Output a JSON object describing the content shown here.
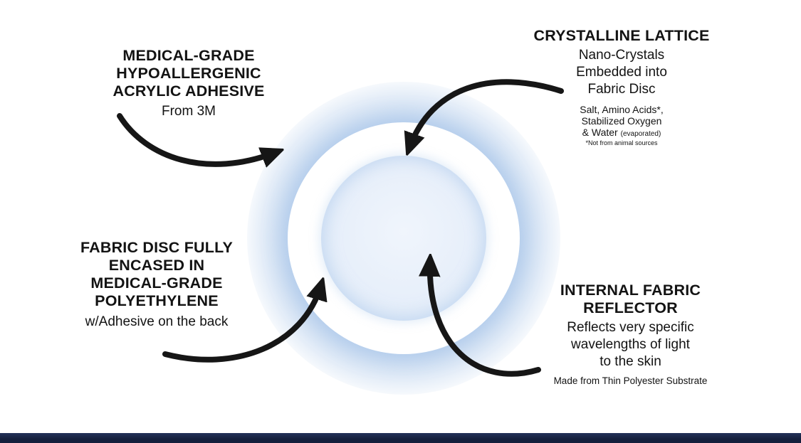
{
  "colors": {
    "background": "#ffffff",
    "text": "#131313",
    "arrow": "#161616",
    "bottom_bar": "#141f3c"
  },
  "callouts": {
    "adhesive": {
      "title": "MEDICAL-GRADE\nHYPOALLERGENIC\nACRYLIC ADHESIVE",
      "subtitle": "From 3M"
    },
    "lattice": {
      "title": "CRYSTALLINE LATTICE",
      "body": "Nano-Crystals\nEmbedded into\nFabric Disc",
      "detail": "Salt, Amino Acids*,\nStabilized Oxygen",
      "water": "& Water",
      "water_note": "(evaporated)",
      "footnote": "*Not from animal sources"
    },
    "encased": {
      "title": "FABRIC DISC FULLY\nENCASED IN\nMEDICAL-GRADE\nPOLYETHYLENE",
      "subtitle": "w/Adhesive on the back"
    },
    "reflector": {
      "title": "INTERNAL FABRIC\nREFLECTOR",
      "body": "Reflects very specific\nwavelengths of light\nto the skin",
      "footnote": "Made from Thin Polyester Substrate"
    }
  }
}
